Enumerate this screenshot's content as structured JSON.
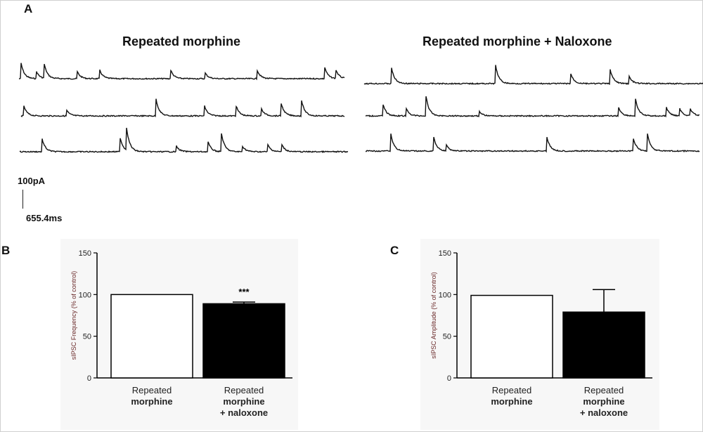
{
  "panel_labels": {
    "a": "A",
    "b": "B",
    "c": "C"
  },
  "traces": {
    "left_title": "Repeated morphine",
    "right_title": "Repeated morphine + Naloxone",
    "scale_current": "100pA",
    "scale_time": "655.4ms"
  },
  "colors": {
    "trace": "#111111",
    "bar_control": "#ffffff",
    "bar_treated": "#000000",
    "axis_label": "#6a2a2a"
  },
  "chart_data": [
    {
      "type": "bar",
      "ylabel": "sIPSC Frequency (% of control)",
      "ylim": [
        0,
        150
      ],
      "yticks": [
        "0",
        "50",
        "100",
        "150"
      ],
      "categories": [
        [
          "Repeated",
          "morphine"
        ],
        [
          "Repeated",
          "morphine",
          "+ naloxone"
        ]
      ],
      "values": [
        100,
        89
      ],
      "errors": [
        0,
        2
      ],
      "annotations": [
        "",
        "***"
      ]
    },
    {
      "type": "bar",
      "ylabel": "sIPSC Amplitude (% of control)",
      "ylim": [
        0,
        150
      ],
      "yticks": [
        "0",
        "50",
        "100",
        "150"
      ],
      "categories": [
        [
          "Repeated",
          "morphine"
        ],
        [
          "Repeated",
          "morphine",
          "+ naloxone"
        ]
      ],
      "values": [
        99,
        79
      ],
      "errors": [
        0,
        27
      ],
      "annotations": [
        "",
        ""
      ]
    }
  ]
}
